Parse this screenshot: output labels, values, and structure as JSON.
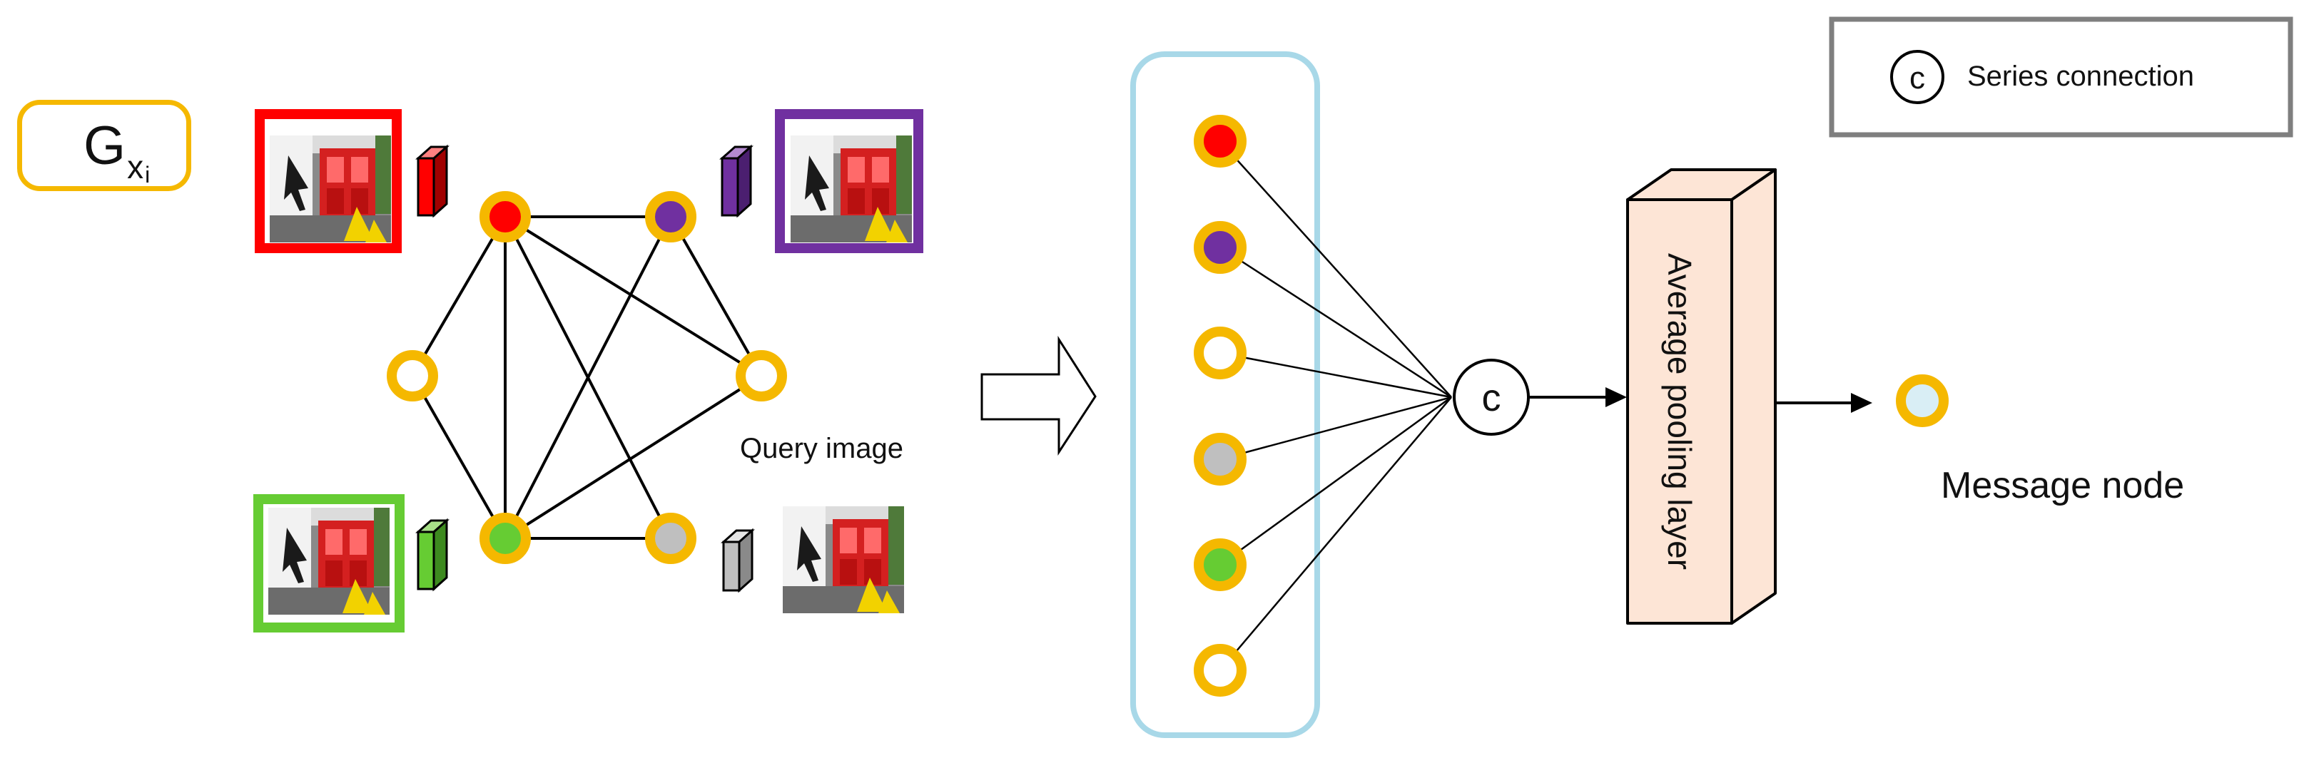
{
  "graph_label": {
    "main": "G",
    "sub": "x",
    "subsub": "i"
  },
  "legend": {
    "symbol": "c",
    "text": "Series connection"
  },
  "query_label": "Query image",
  "concat_symbol": "c",
  "pooling_label": "Average pooling layer",
  "output_label": "Message node",
  "colors": {
    "node_border": "#f5b800",
    "red": "#ff0000",
    "purple": "#7030a0",
    "green": "#66cc33",
    "gray": "#bfbfbf",
    "message_fill": "#d9eef5",
    "list_border": "#a8d8e8",
    "pooling_fill": "#fde5d6",
    "legend_border": "#7f7f7f"
  },
  "icons": [
    "image-thumbnail",
    "feature-cube-icon",
    "hollow-arrow-icon",
    "arrowhead-icon"
  ]
}
